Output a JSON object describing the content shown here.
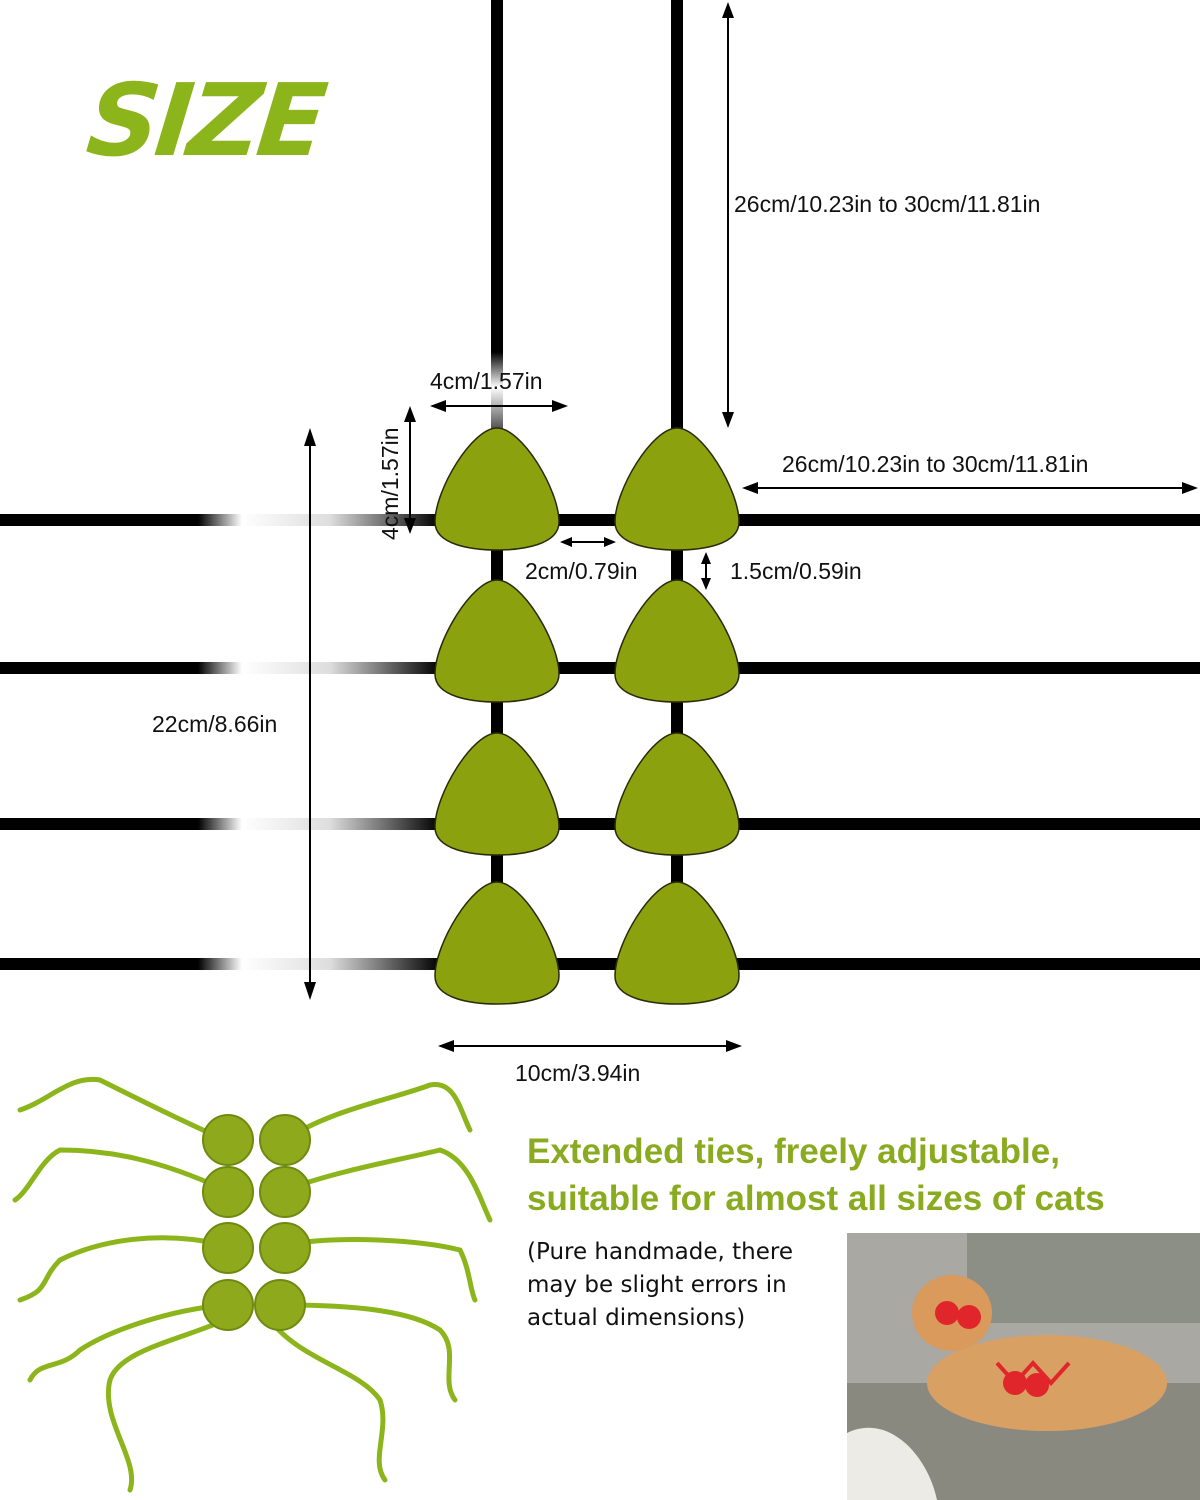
{
  "title": "SIZE",
  "dimensions": {
    "vertical_strap": "26cm/10.23in to 30cm/11.81in",
    "horizontal_strap": "26cm/10.23in to 30cm/11.81in",
    "cup_width": "4cm/1.57in",
    "cup_height": "4cm/1.57in",
    "cup_gap": "2cm/0.79in",
    "row_gap": "1.5cm/0.59in",
    "total_length": "22cm/8.66in",
    "total_width": "10cm/3.94in"
  },
  "headline": [
    "Extended ties, freely adjustable,",
    "suitable for almost all sizes of cats"
  ],
  "note": "(Pure handmade, there may be slight errors in actual dimensions)",
  "colors": {
    "cup": "#8ca10e",
    "accent": "#8aab1f",
    "strap": "#0a0a0a"
  }
}
